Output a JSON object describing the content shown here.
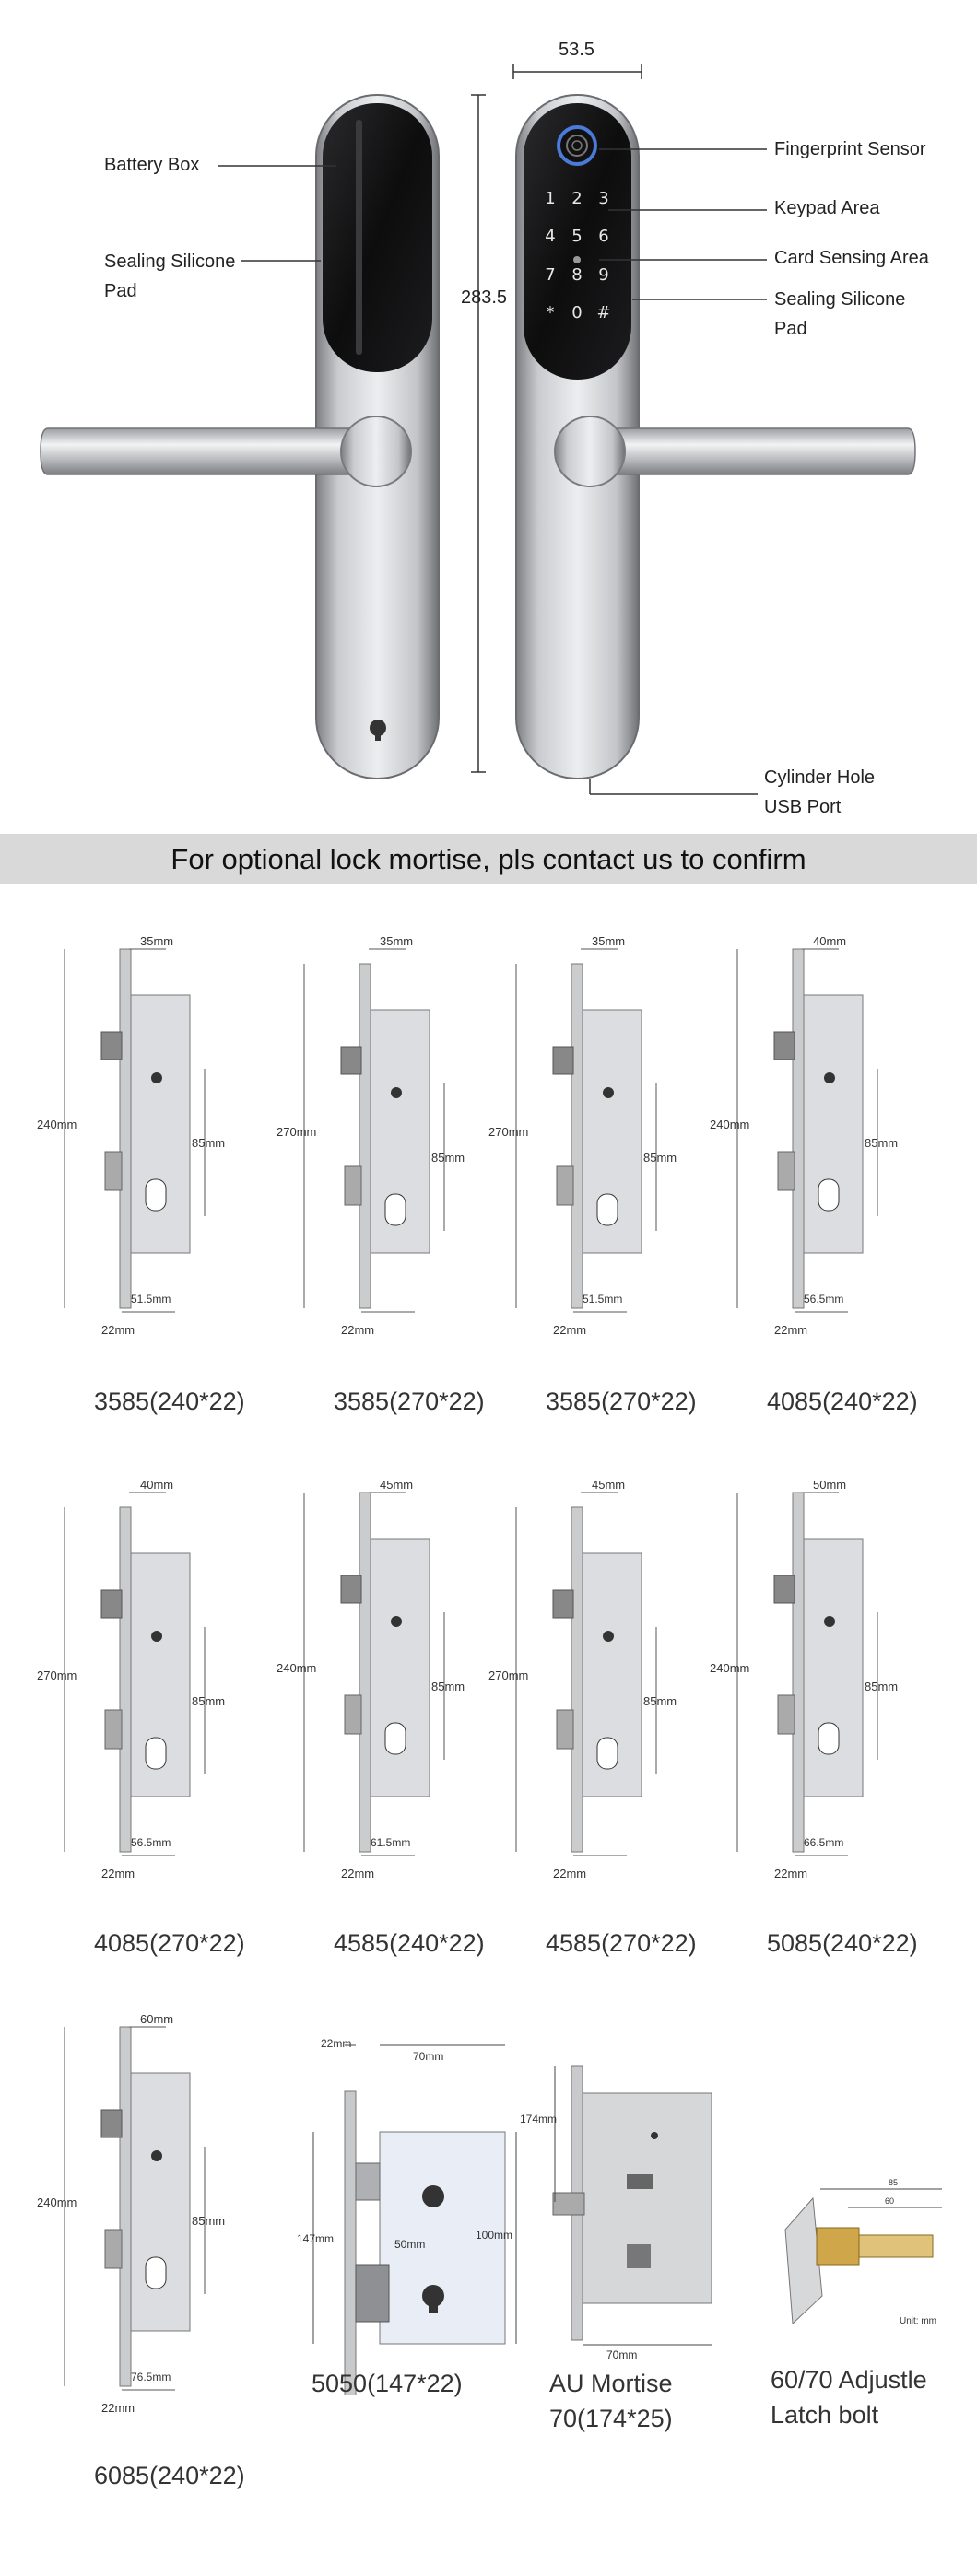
{
  "top": {
    "labels": {
      "battery_box": "Battery Box",
      "sealing_pad_left": "Sealing Silicone\nPad",
      "fingerprint": "Fingerprint Sensor",
      "keypad": "Keypad Area",
      "card": "Card Sensing Area",
      "sealing_pad_right": "Sealing Silicone\nPad",
      "cylinder": "Cylinder Hole\nUSB Port"
    },
    "dims": {
      "width": "53.5",
      "height": "283.5"
    },
    "keys": [
      "1",
      "2",
      "3",
      "4",
      "5",
      "6",
      "7",
      "8",
      "9",
      "*",
      "0",
      "#"
    ]
  },
  "banner": "For optional lock mortise, pls contact us to confirm",
  "mortises": [
    {
      "caption": "3585(240*22)",
      "backset": "35mm",
      "center": "85mm",
      "height": "240mm",
      "bottom": "51.5mm",
      "width": "22mm"
    },
    {
      "caption": "3585(270*22)",
      "backset": "35mm",
      "center": "85mm",
      "height": "270mm",
      "bottom": "",
      "width": "22mm"
    },
    {
      "caption": "3585(270*22)",
      "backset": "35mm",
      "center": "85mm",
      "height": "270mm",
      "bottom": "51.5mm",
      "width": "22mm"
    },
    {
      "caption": "4085(240*22)",
      "backset": "40mm",
      "center": "85mm",
      "height": "240mm",
      "bottom": "56.5mm",
      "width": "22mm"
    },
    {
      "caption": "4085(270*22)",
      "backset": "40mm",
      "center": "85mm",
      "height": "270mm",
      "bottom": "56.5mm",
      "width": "22mm"
    },
    {
      "caption": "4585(240*22)",
      "backset": "45mm",
      "center": "85mm",
      "height": "240mm",
      "bottom": "61.5mm",
      "width": "22mm"
    },
    {
      "caption": "4585(270*22)",
      "backset": "45mm",
      "center": "85mm",
      "height": "270mm",
      "bottom": "",
      "width": "22mm"
    },
    {
      "caption": "5085(240*22)",
      "backset": "50mm",
      "center": "85mm",
      "height": "240mm",
      "bottom": "66.5mm",
      "width": "22mm"
    },
    {
      "caption": "6085(240*22)",
      "backset": "60mm",
      "center": "85mm",
      "height": "240mm",
      "bottom": "76.5mm",
      "width": "22mm"
    }
  ],
  "mortise_5050": {
    "caption": "5050(147*22)",
    "width": "22mm",
    "backset": "70mm",
    "height": "147mm",
    "center": "50mm",
    "body": "100mm"
  },
  "au_mortise": {
    "caption": "AU Mortise\n70(174*25)",
    "height": "174mm",
    "backset": "70mm"
  },
  "latch": {
    "caption": "60/70 Adjustle\nLatch bolt",
    "unit": "Unit: mm"
  }
}
